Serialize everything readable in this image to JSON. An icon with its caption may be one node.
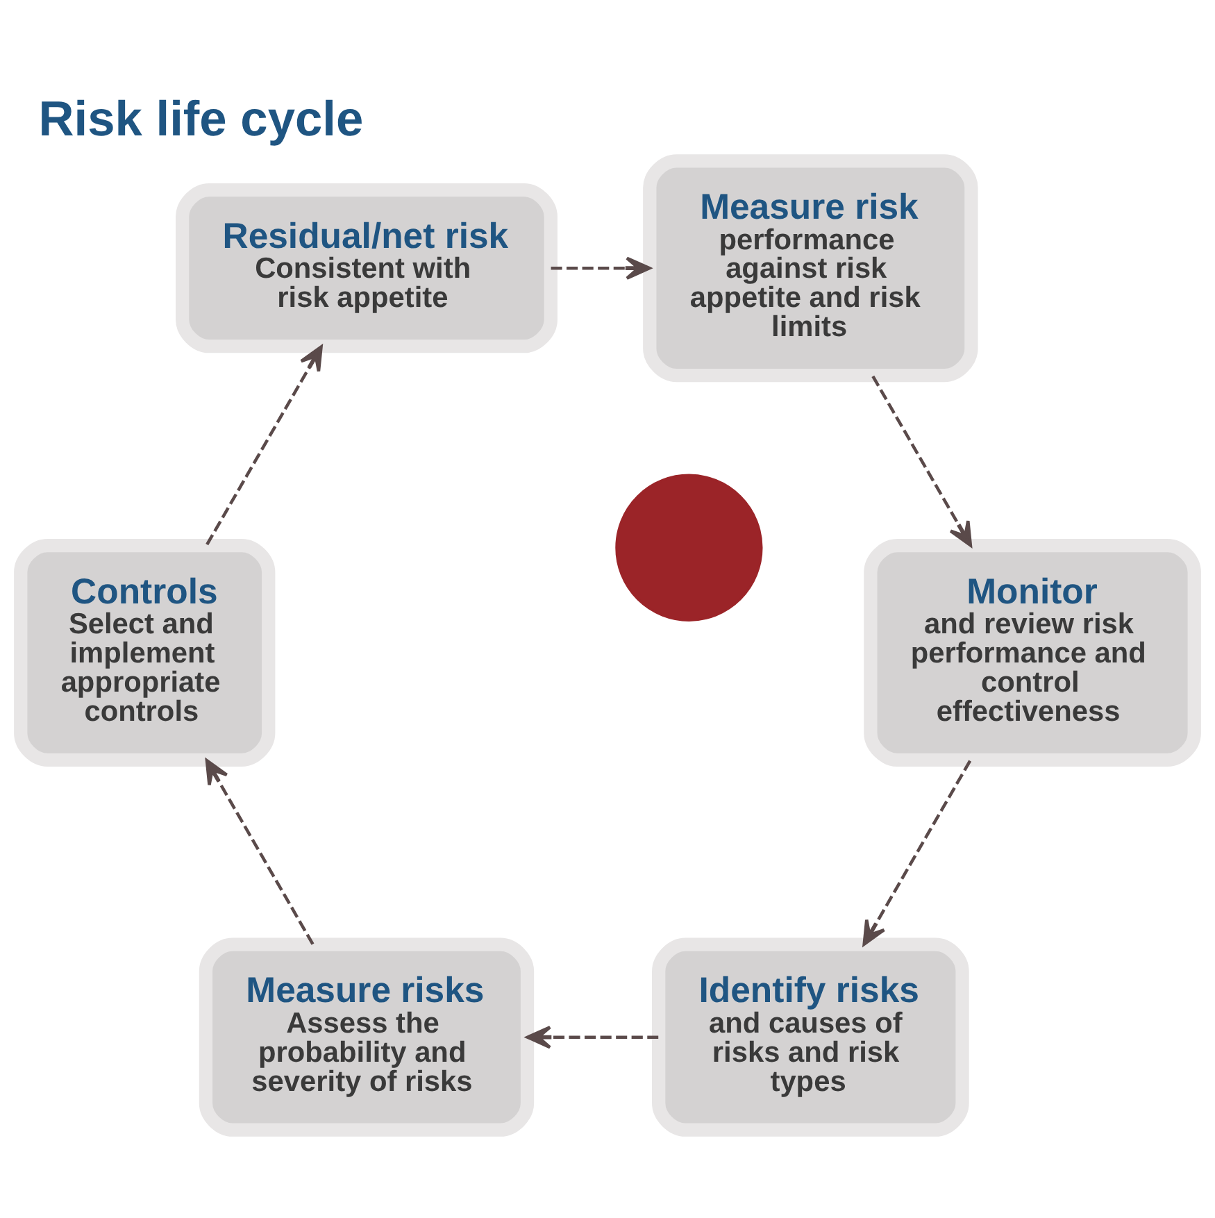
{
  "diagram": {
    "title": "Risk life cycle",
    "nodes": [
      {
        "text": [
          "Identify risks",
          "and causes of risks and risk types"
        ]
      },
      {
        "text": [
          "Measure risks",
          "Assess the probability and severity of risks"
        ]
      },
      {
        "text": [
          "Controls",
          "Select and implement appropriate controls"
        ]
      },
      {
        "text": [
          "Residual/net risk",
          "Consistent with risk appetite"
        ]
      },
      {
        "text": [
          "Measure risk",
          "performance against risk appetite and risk limits"
        ]
      },
      {
        "text": [
          "Monitor",
          "and review risk performance and control effectiveness"
        ]
      },
      {
        "text": [],
        "shape": "circle"
      }
    ],
    "edges": [
      {
        "from": 0,
        "to": 1,
        "arrow": "to",
        "style": "dashed"
      },
      {
        "from": 1,
        "to": 2,
        "arrow": "to",
        "style": "dashed"
      },
      {
        "from": 2,
        "to": 3,
        "arrow": "to",
        "style": "dashed"
      },
      {
        "from": 3,
        "to": 4,
        "arrow": "to",
        "style": "dashed"
      },
      {
        "from": 4,
        "to": 5,
        "arrow": "to",
        "style": "dashed"
      },
      {
        "from": 5,
        "to": 0,
        "arrow": "to",
        "style": "dashed"
      }
    ]
  }
}
